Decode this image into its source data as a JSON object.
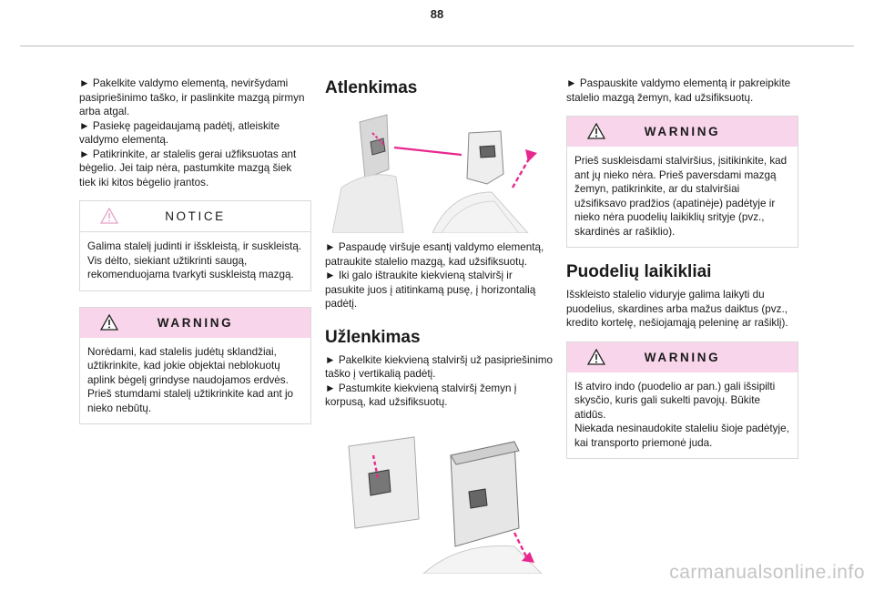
{
  "page_number": "88",
  "col1": {
    "intro": "► Pakelkite valdymo elementą, neviršydami\npasipriešinimo taško, ir paslinkite mazgą pirmyn\narba atgal.\n► Pasiekę pageidaujamą padėtį, atleiskite\nvaldymo elementą.\n► Patikrinkite, ar stalelis gerai užfiksuotas ant\nbėgelio. Jei taip nėra, pastumkite mazgą šiek\ntiek iki kitos bėgelio įrantos.",
    "notice": {
      "title": "NOTICE",
      "text": "Galima stalelį judinti ir išskleistą, ir suskleistą.\nVis dėlto, siekiant užtikrinti saugą,\nrekomenduojama tvarkyti suskleistą mazgą."
    },
    "warning": {
      "title": "WARNING",
      "text": "Norėdami, kad stalelis judėtų sklandžiai,\nužtikrinkite, kad jokie objektai neblokuotų\naplink bėgelį grindyse naudojamos erdvės.\nPrieš stumdami stalelį užtikrinkite kad ant jo\nnieko nebūtų."
    }
  },
  "col2": {
    "heading1": "Atlenkimas",
    "text1": "► Paspaudę viršuje esantį valdymo elementą,\npatraukite stalelio mazgą, kad užsifiksuotų.\n► Iki galo ištraukite kiekvieną stalviršį ir\npasukite juos į atitinkamą pusę, į horizontalią\npadėtį.",
    "heading2": "Užlenkimas",
    "text2": "► Pakelkite kiekvieną stalviršį už pasipriešinimo\ntaško į vertikalią padėtį.\n► Pastumkite kiekvieną stalviršį žemyn į\nkorpusą, kad užsifiksuotų."
  },
  "col3": {
    "intro": "► Paspauskite valdymo elementą ir pakreipkite\nstalelio mazgą žemyn, kad užsifiksuotų.",
    "warning1": {
      "title": "WARNING",
      "text": "Prieš suskleisdami stalviršius, įsitikinkite, kad\nant jų nieko nėra. Prieš paversdami mazgą\nžemyn, patikrinkite, ar du stalviršiai\nužsifiksavo pradžios (apatinėje) padėtyje ir\nnieko nėra puodelių laikiklių srityje (pvz.,\nskardinės ar rašiklio)."
    },
    "heading": "Puodelių laikikliai",
    "text": "Išskleisto stalelio viduryje galima laikyti du\npuodelius, skardines arba mažus daiktus (pvz.,\nkredito kortelę, nešiojamąją peleninę ar rašiklį).",
    "warning2": {
      "title": "WARNING",
      "text": "Iš atviro indo (puodelio ar pan.) gali išsipilti\nskysčio, kuris gali sukelti pavojų. Būkite\natidūs.\nNiekada nesinaudokite staleliu šioje padėtyje,\nkai transporto priemonė juda."
    }
  },
  "watermark": "carmanualsonline.info",
  "colors": {
    "warning_bg": "#f8d5ea",
    "arrow_pink": "#e8288f",
    "notice_icon": "#e8a3c8",
    "warning_icon": "#222222"
  },
  "icons": {
    "notice": "warning-triangle-outline-icon",
    "warning": "warning-triangle-filled-icon"
  }
}
